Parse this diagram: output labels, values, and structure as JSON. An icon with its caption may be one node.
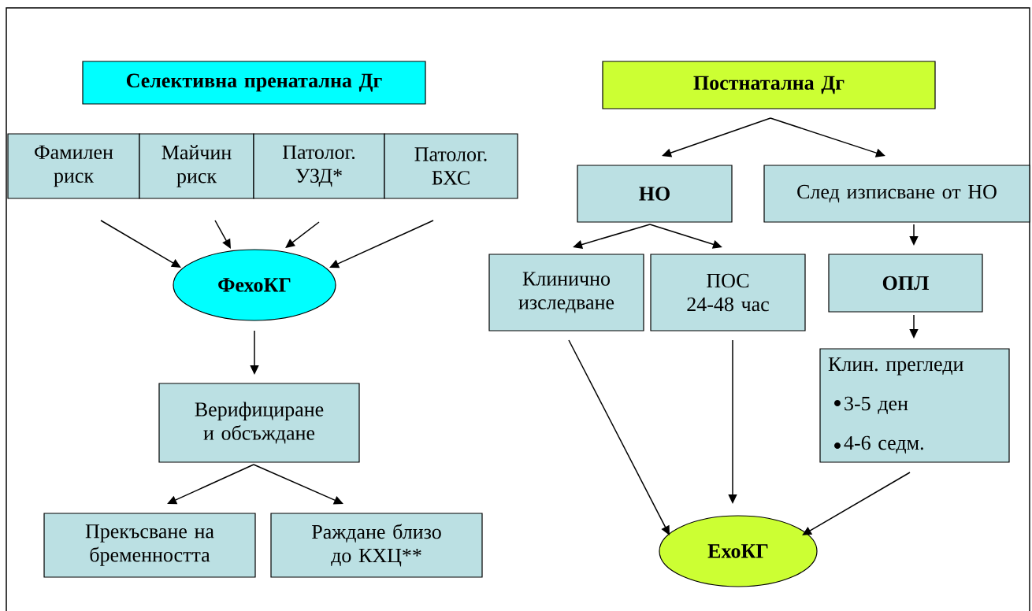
{
  "diagram": {
    "nodes": [
      {
        "text": [
          "Селективна пренатална Дг"
        ]
      },
      {
        "text": [
          "Фамилен риск"
        ]
      },
      {
        "text": [
          "Майчин риск"
        ]
      },
      {
        "text": [
          "Патолог. УЗД*"
        ]
      },
      {
        "text": [
          "Патолог. БХС"
        ]
      },
      {
        "text": [
          "ФехоКГ"
        ]
      },
      {
        "text": [
          "Верифициране и обсъждане"
        ]
      },
      {
        "text": [
          "Прекъсване на бременността"
        ]
      },
      {
        "text": [
          "Раждане близо до КХЦ**"
        ]
      },
      {
        "text": [
          "Постнатална Дг"
        ]
      },
      {
        "text": [
          "НО"
        ]
      },
      {
        "text": [
          "След изписване от НО"
        ]
      },
      {
        "text": [
          "Клинично изследване"
        ]
      },
      {
        "text": [
          "ПОС 24-48 час"
        ]
      },
      {
        "text": [
          "ОПЛ"
        ]
      },
      {
        "text": [
          "Клин. прегледи",
          "3-5 ден",
          "4-6 седм."
        ]
      },
      {
        "text": [
          "ЕхоКГ"
        ]
      }
    ],
    "edges": [
      {
        "from": 1,
        "to": 5,
        "arrow": "to"
      },
      {
        "from": 2,
        "to": 5,
        "arrow": "to"
      },
      {
        "from": 3,
        "to": 5,
        "arrow": "to"
      },
      {
        "from": 4,
        "to": 5,
        "arrow": "to"
      },
      {
        "from": 5,
        "to": 6,
        "arrow": "to"
      },
      {
        "from": 6,
        "to": 7,
        "arrow": "to"
      },
      {
        "from": 6,
        "to": 8,
        "arrow": "to"
      },
      {
        "from": 9,
        "to": 10,
        "arrow": "to"
      },
      {
        "from": 9,
        "to": 11,
        "arrow": "to"
      },
      {
        "from": 10,
        "to": 12,
        "arrow": "to"
      },
      {
        "from": 10,
        "to": 13,
        "arrow": "to"
      },
      {
        "from": 11,
        "to": 14,
        "arrow": "to"
      },
      {
        "from": 14,
        "to": 15,
        "arrow": "to"
      },
      {
        "from": 12,
        "to": 16,
        "arrow": "to"
      },
      {
        "from": 13,
        "to": 16,
        "arrow": "to"
      },
      {
        "from": 15,
        "to": 16,
        "arrow": "to"
      }
    ]
  }
}
